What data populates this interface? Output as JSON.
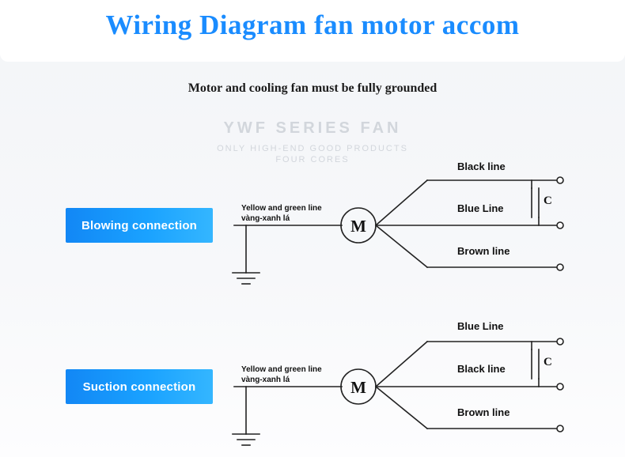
{
  "header": {
    "title": "Wiring Diagram fan motor accom",
    "title_color": "#1a8cff",
    "subtitle": "Motor and cooling fan must be fully grounded"
  },
  "watermark": {
    "line1": "YWF SERIES FAN",
    "line2": "ONLY HIGH-END GOOD PRODUCTS",
    "line3": "FOUR CORES",
    "color": "#d2d6dc"
  },
  "diagrams": [
    {
      "button_label": "Blowing connection",
      "motor_letter": "M",
      "ground_label_line1": "Yellow and green line",
      "ground_label_line2": "vàng-xanh lá",
      "capacitor_label": "C",
      "wires": [
        {
          "label": "Black line"
        },
        {
          "label": "Blue Line"
        },
        {
          "label": "Brown line"
        }
      ]
    },
    {
      "button_label": "Suction connection",
      "motor_letter": "M",
      "ground_label_line1": "Yellow and green line",
      "ground_label_line2": "vàng-xanh lá",
      "capacitor_label": "C",
      "wires": [
        {
          "label": "Blue Line"
        },
        {
          "label": "Black line"
        },
        {
          "label": "Brown line"
        }
      ]
    }
  ],
  "colors": {
    "button_gradient_start": "#1287f5",
    "button_gradient_end": "#34b6ff",
    "line": "#222222",
    "background": "#f5f6f8"
  }
}
